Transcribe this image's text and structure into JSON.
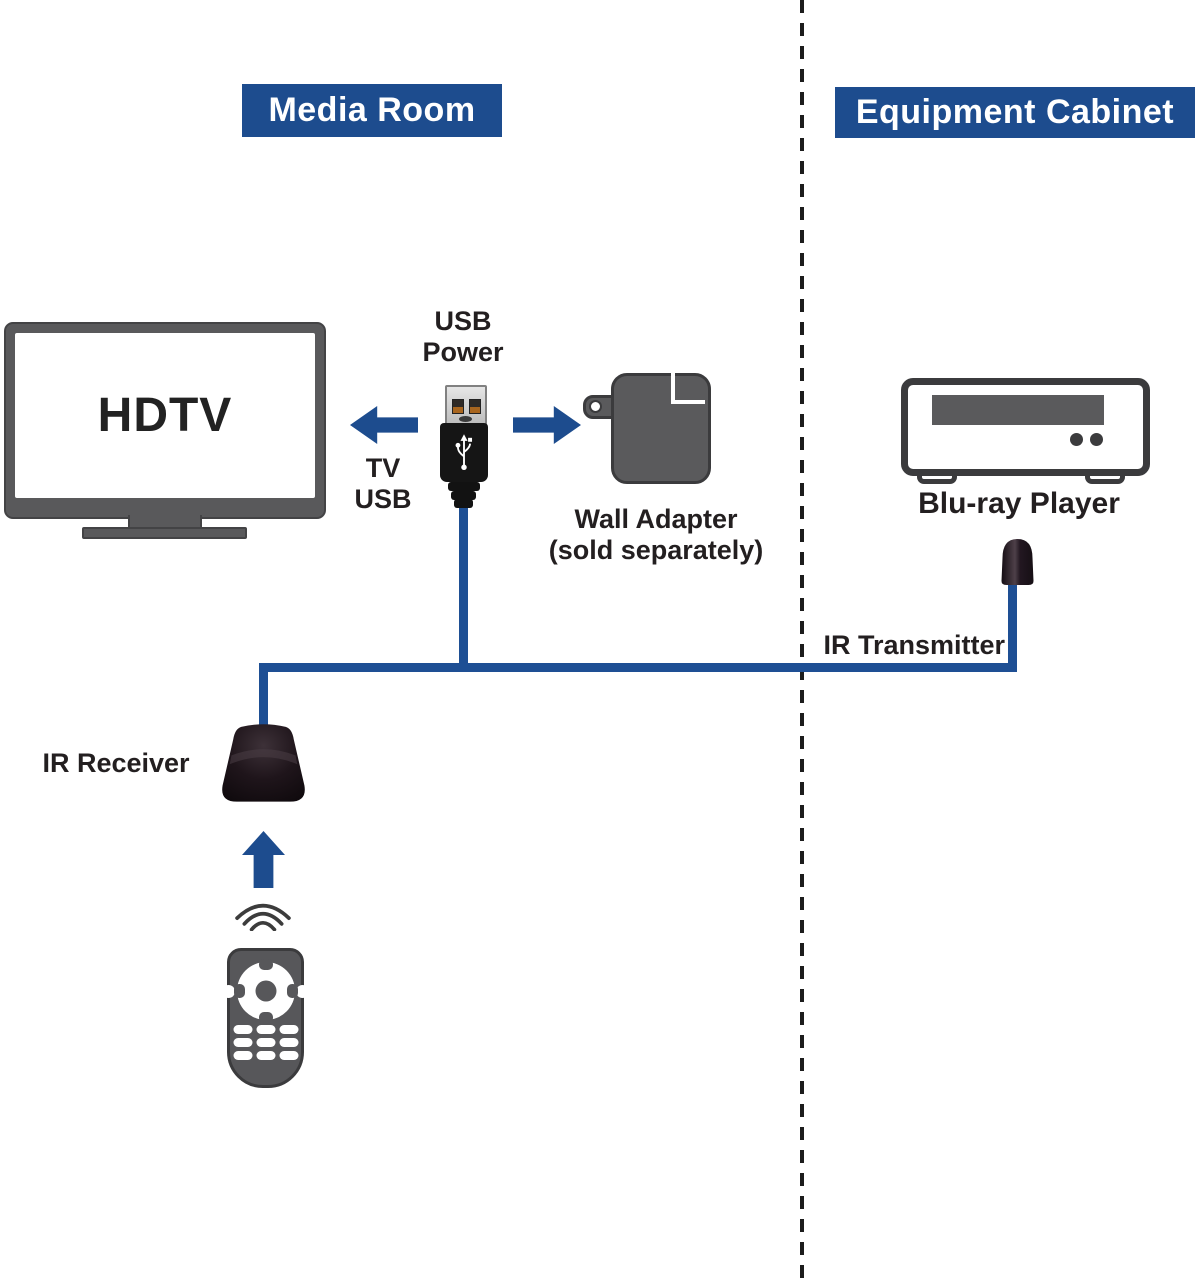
{
  "colors": {
    "accent": "#1d4c8e",
    "wire": "#1e4f94",
    "ink": "#231f20",
    "device_gray": "#59595b",
    "device_outline": "#434345",
    "adapter_gray": "#5a5a5c",
    "outline_dark": "#3b3b3d",
    "remote_gray": "#57575a",
    "divider": "#1c1c1c"
  },
  "zones": {
    "media_room": {
      "title": "Media Room"
    },
    "equipment_cabinet": {
      "title": "Equipment Cabinet"
    }
  },
  "labels": {
    "hdtv": "HDTV",
    "usb_power_line1": "USB",
    "usb_power_line2": "Power",
    "tv_usb": "TV USB",
    "wall_adapter_line1": "Wall Adapter",
    "wall_adapter_line2": "(sold separately)",
    "bluray_player": "Blu-ray Player",
    "ir_transmitter": "IR Transmitter",
    "ir_receiver": "IR Receiver"
  },
  "icons": {
    "hdtv": "tv-illustration",
    "usb_connector": "usb-a-plug",
    "usb_symbol": "usb-trident",
    "wall_adapter": "power-wall-adapter",
    "bluray_player": "disc-player",
    "ir_transmitter": "ir-emitter-bulb",
    "ir_receiver": "ir-receiver-dome",
    "remote": "remote-control",
    "ir_waves": "signal-arcs",
    "arrows": "direction-arrows"
  }
}
